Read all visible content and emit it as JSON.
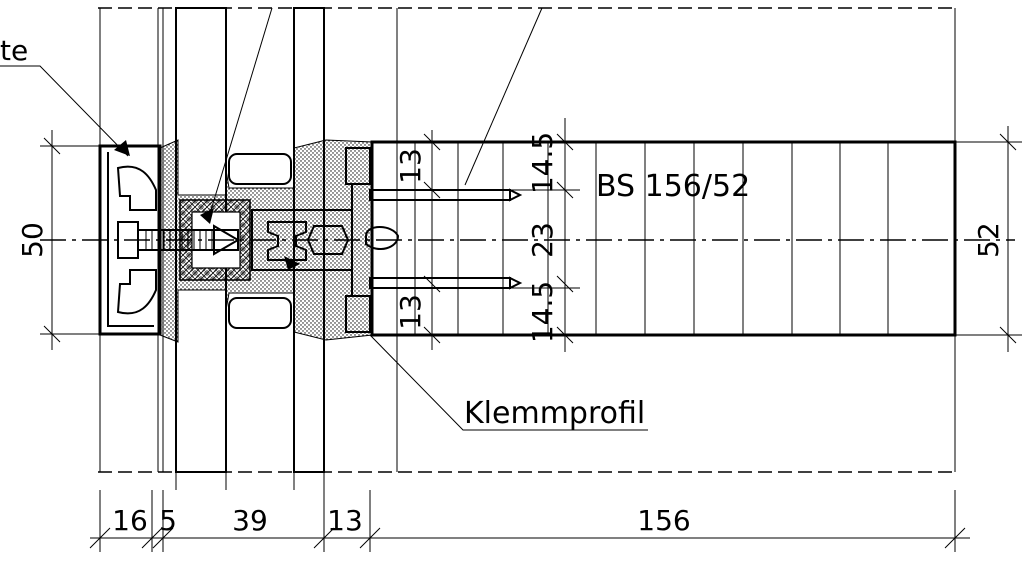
{
  "labels": {
    "left_cut": "te",
    "profile": "BS 156/52",
    "clamp": "Klemmprofil"
  },
  "dimensions": {
    "height_left": "50",
    "height_right": "52",
    "inner_top": "13",
    "inner_bottom": "13",
    "outer_top": "14.5",
    "middle": "23",
    "outer_bottom": "14.5",
    "bottom": [
      "16",
      "5",
      "39",
      "13",
      "156"
    ]
  }
}
